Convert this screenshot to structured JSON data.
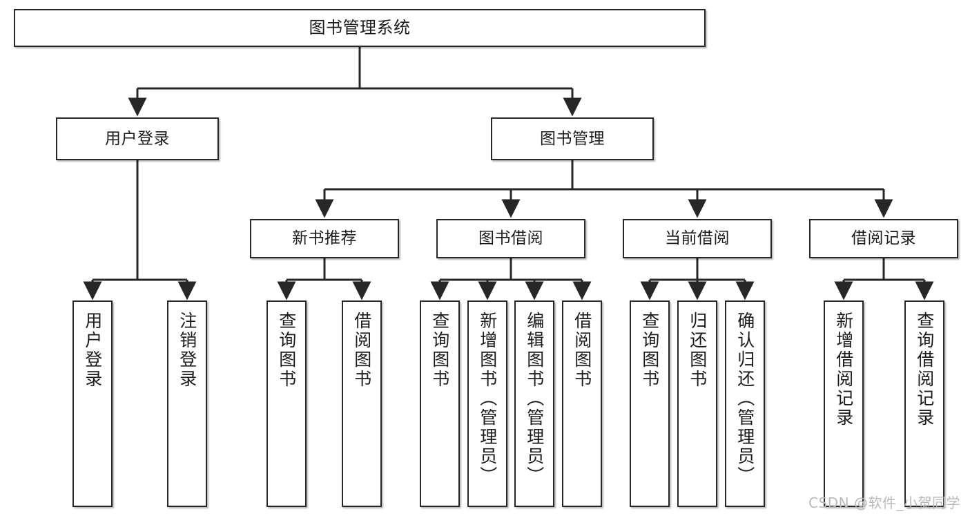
{
  "diagram": {
    "title": "图书管理系统",
    "watermark": "CSDN @软件_小贺同学",
    "stroke_color": "#272727",
    "fill_color": "#ffffff",
    "text_color": "#1b1b1b",
    "watermark_color": "#b9b9b9"
  },
  "nodes": {
    "root": {
      "label": "图书管理系统"
    },
    "level2": [
      {
        "label": "用户登录"
      },
      {
        "label": "图书管理"
      }
    ],
    "level3": [
      {
        "label": "新书推荐"
      },
      {
        "label": "图书借阅"
      },
      {
        "label": "当前借阅"
      },
      {
        "label": "借阅记录"
      }
    ],
    "leaves": {
      "user_login": [
        {
          "label": "用户登录"
        },
        {
          "label": "注销登录"
        }
      ],
      "new_book_recommend": [
        {
          "label": "查询图书"
        },
        {
          "label": "借阅图书"
        }
      ],
      "book_borrow": [
        {
          "label": "查询图书"
        },
        {
          "label": "新增图书（管理员）"
        },
        {
          "label": "编辑图书（管理员）"
        },
        {
          "label": "借阅图书"
        }
      ],
      "current_borrow": [
        {
          "label": "查询图书"
        },
        {
          "label": "归还图书"
        },
        {
          "label": "确认归还（管理员）"
        }
      ],
      "borrow_record": [
        {
          "label": "新增借阅记录"
        },
        {
          "label": "查询借阅记录"
        }
      ]
    }
  }
}
